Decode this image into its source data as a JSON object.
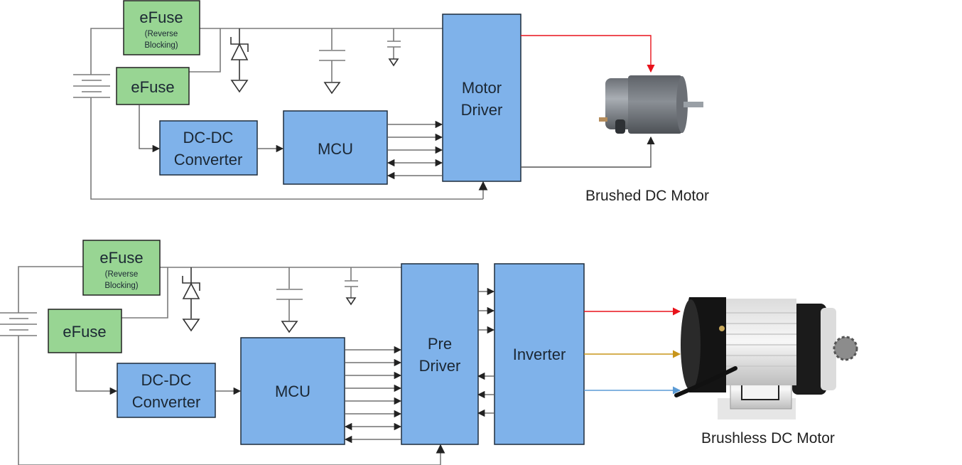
{
  "diagrams": [
    {
      "id": "brushed",
      "caption": "Brushed DC Motor",
      "efuse_reverse": {
        "title": "eFuse",
        "subtitle_line1": "(Reverse",
        "subtitle_line2": "Blocking)"
      },
      "efuse": {
        "title": "eFuse"
      },
      "dcdc": {
        "line1": "DC-DC",
        "line2": "Converter"
      },
      "mcu": {
        "label": "MCU"
      },
      "driver": {
        "line1": "Motor",
        "line2": "Driver"
      },
      "mcu_links": [
        "out",
        "out",
        "out",
        "bidir",
        "in"
      ],
      "motor_wire_colors": [
        "#e8121b",
        "#555555"
      ]
    },
    {
      "id": "brushless",
      "caption": "Brushless DC Motor",
      "efuse_reverse": {
        "title": "eFuse",
        "subtitle_line1": "(Reverse",
        "subtitle_line2": "Blocking)"
      },
      "efuse": {
        "title": "eFuse"
      },
      "dcdc": {
        "line1": "DC-DC",
        "line2": "Converter"
      },
      "mcu": {
        "label": "MCU"
      },
      "driver": {
        "line1": "Pre",
        "line2": "Driver"
      },
      "inverter": {
        "label": "Inverter"
      },
      "mcu_links": [
        "out",
        "out",
        "out",
        "out",
        "out",
        "out",
        "bidir",
        "in"
      ],
      "driver_to_inverter": 3,
      "inverter_to_driver": 3,
      "phase_wire_colors": [
        "#e8121b",
        "#c8951a",
        "#5b9bd5"
      ]
    }
  ],
  "colors": {
    "efuse_fill": "#98d593",
    "block_fill": "#7fb2ea"
  }
}
